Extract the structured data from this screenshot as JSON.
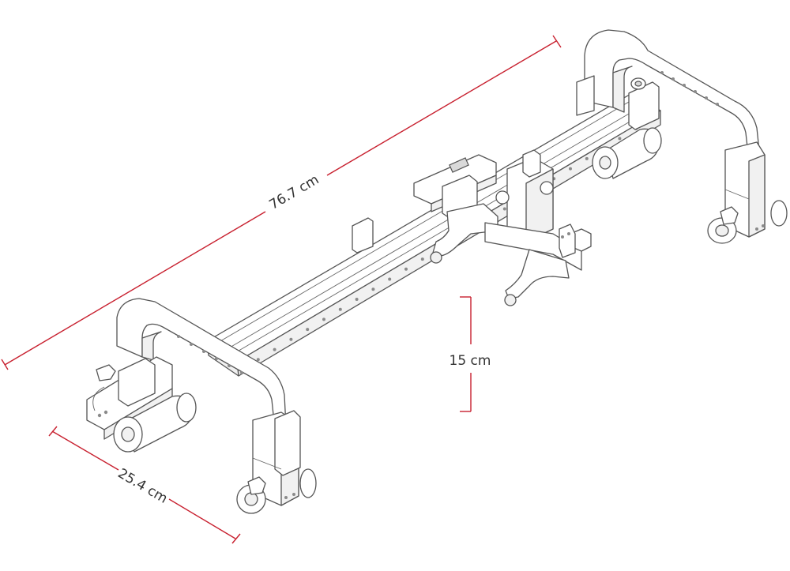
{
  "dimensions": {
    "length": {
      "label": "76.7 cm",
      "color": "#c8202f"
    },
    "width": {
      "label": "25.4 cm",
      "color": "#c8202f"
    },
    "height": {
      "label": "15 cm",
      "color": "#c8202f"
    }
  },
  "colors": {
    "dimension_line": "#c8202f",
    "outline": "#555555",
    "fill": "#ffffff"
  }
}
